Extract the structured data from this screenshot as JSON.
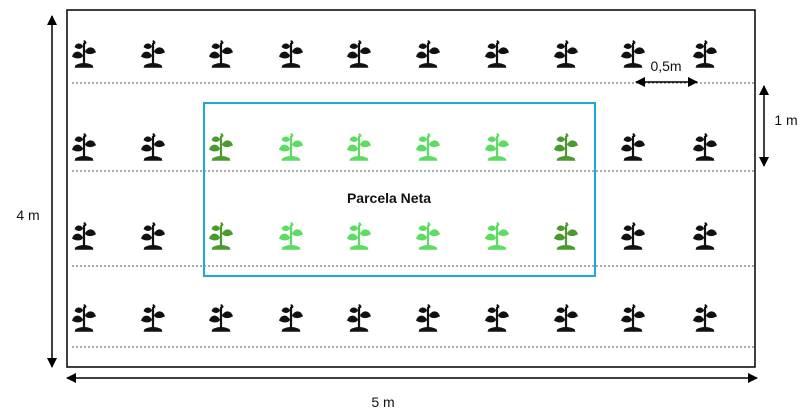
{
  "diagram": {
    "net_plot_label": "Parcela Neta",
    "dim_width_label": "5 m",
    "dim_height_label": "4 m",
    "dim_row_spacing_label": "1 m",
    "dim_plant_spacing_label": "0,5m",
    "rows": 4,
    "plants_per_row": 10,
    "net_plot_rows": [
      2,
      3
    ],
    "net_plot_columns": [
      3,
      4,
      5,
      6,
      7,
      8
    ],
    "plant_icon": "seedling-icon"
  },
  "colors": {
    "plot_border": "#000000",
    "net_plot_border": "#1fa8e0",
    "plant_default": "#111111",
    "plant_net_light": "#5cdc62",
    "plant_net_dark": "#4a9a2e",
    "row_line": "#555555"
  }
}
